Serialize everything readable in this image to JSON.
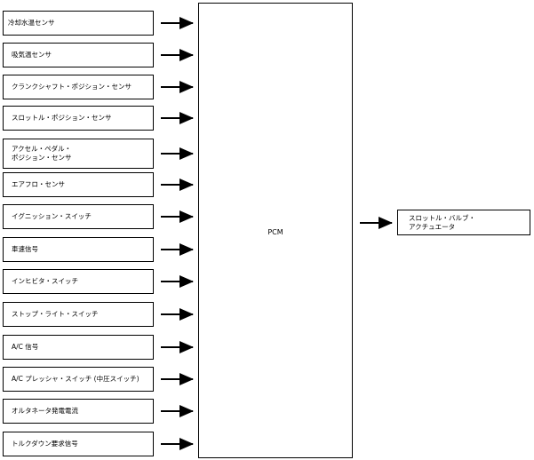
{
  "inputs": [
    {
      "label": "冷却水温センサ"
    },
    {
      "label": "吸気温センサ"
    },
    {
      "label": "クランクシャフト・ポジション・センサ"
    },
    {
      "label": "スロットル・ポジション・センサ"
    },
    {
      "label": "アクセル・ペダル・\nポジション・センサ"
    },
    {
      "label": "エアフロ・センサ"
    },
    {
      "label": "イグニッション・スイッチ"
    },
    {
      "label": "車速信号"
    },
    {
      "label": "インヒビタ・スイッチ"
    },
    {
      "label": "ストップ・ライト・スイッチ"
    },
    {
      "label": "A/C 信号"
    },
    {
      "label": "A/C プレッシャ・スイッチ (中圧スイッチ)"
    },
    {
      "label": "オルタネータ発電電流"
    },
    {
      "label": "トルクダウン要求信号"
    }
  ],
  "controller": {
    "label": "PCM"
  },
  "output": {
    "label": "スロットル・バルブ・\nアクチュエータ"
  }
}
